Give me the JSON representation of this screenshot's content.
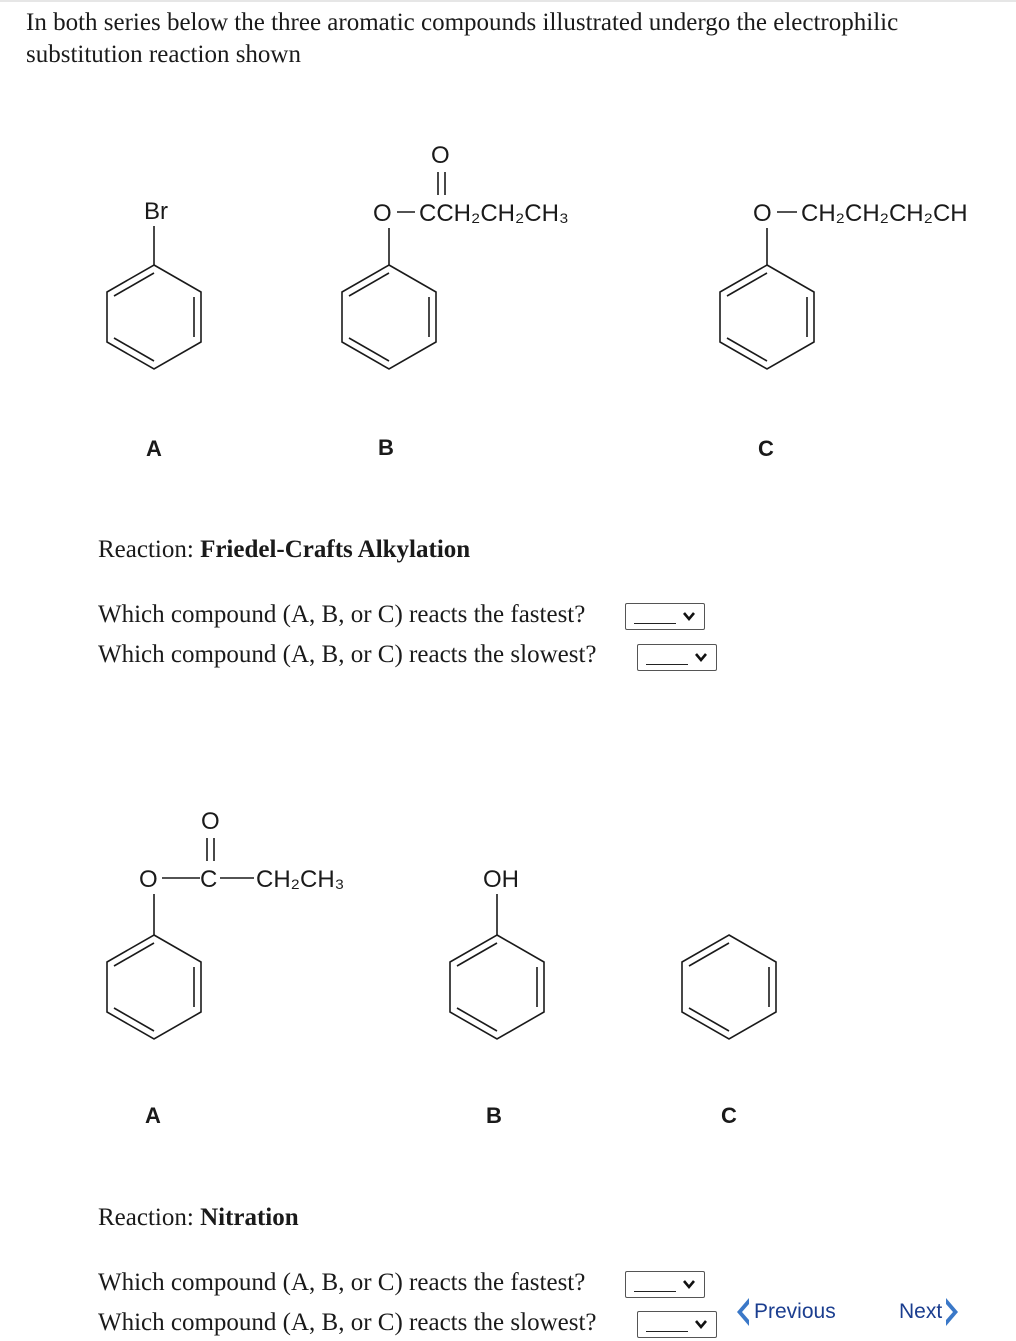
{
  "intro": "In both series below the three aromatic compounds illustrated undergo the electrophilic substitution reaction shown",
  "series1": {
    "labels": [
      "A",
      "B",
      "C"
    ],
    "compound_a_substituent": "Br",
    "compound_b_carbonyl_o": "O",
    "compound_b_ester_o": "O",
    "compound_b_chain": "CCH₂CH₂CH₃",
    "compound_c_ether_o": "O",
    "compound_c_chain": "CH₂CH₂CH₂CH",
    "reaction_prefix": "Reaction:",
    "reaction_name": "Friedel-Crafts Alkylation",
    "q_fastest": "Which compound (A, B, or C) reacts the fastest?",
    "q_slowest": "Which compound (A, B, or C) reacts the slowest?"
  },
  "series2": {
    "labels": [
      "A",
      "B",
      "C"
    ],
    "compound_a_carbonyl_o": "O",
    "compound_a_ester_o": "O",
    "compound_a_c": "C",
    "compound_a_chain": "CH₂CH₃",
    "compound_b_substituent": "OH",
    "reaction_prefix": "Reaction:",
    "reaction_name": "Nitration",
    "q_fastest": "Which compound (A, B, or C) reacts the fastest?",
    "q_slowest": "Which compound (A, B, or C) reacts the slowest?"
  },
  "nav": {
    "previous": "Previous",
    "next": "Next"
  },
  "colors": {
    "nav_link": "#1a3d8f",
    "chevron": "#3a78c8"
  },
  "icons": {
    "dropdown": "chevron-down-icon",
    "previous": "chevron-left-icon",
    "next": "chevron-right-icon"
  }
}
